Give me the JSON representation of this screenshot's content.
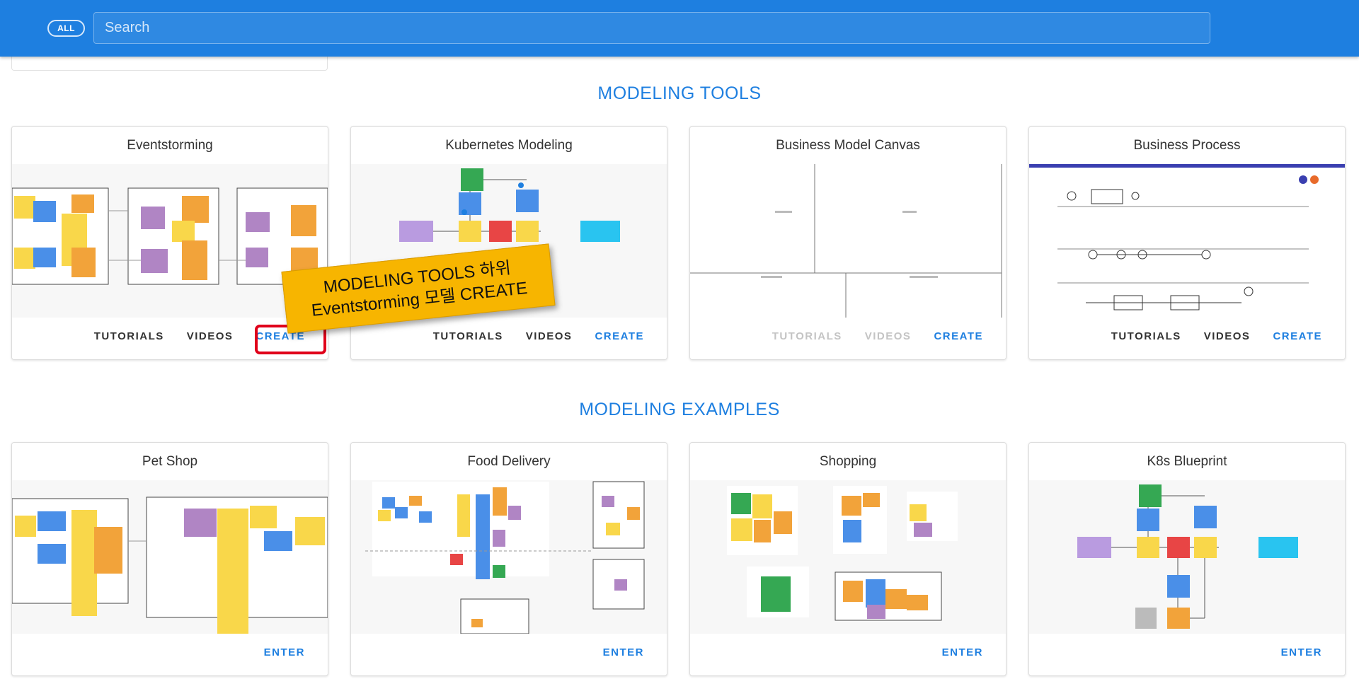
{
  "topbar": {
    "filter_chip": "ALL",
    "search_placeholder": "Search"
  },
  "sections": {
    "tools_title": "MODELING TOOLS",
    "examples_title": "MODELING EXAMPLES"
  },
  "tools": [
    {
      "title": "Eventstorming",
      "tutorials": "TUTORIALS",
      "videos": "VIDEOS",
      "create": "CREATE"
    },
    {
      "title": "Kubernetes Modeling",
      "tutorials": "TUTORIALS",
      "videos": "VIDEOS",
      "create": "CREATE"
    },
    {
      "title": "Business Model Canvas",
      "tutorials": "TUTORIALS",
      "videos": "VIDEOS",
      "create": "CREATE"
    },
    {
      "title": "Business Process",
      "tutorials": "TUTORIALS",
      "videos": "VIDEOS",
      "create": "CREATE"
    }
  ],
  "examples": [
    {
      "title": "Pet Shop",
      "enter": "ENTER"
    },
    {
      "title": "Food Delivery",
      "enter": "ENTER"
    },
    {
      "title": "Shopping",
      "enter": "ENTER"
    },
    {
      "title": "K8s Blueprint",
      "enter": "ENTER"
    }
  ],
  "annotation": {
    "line1": "MODELING TOOLS 하위",
    "line2": "Eventstorming 모델 CREATE"
  },
  "colors": {
    "primary": "#1e7fe0",
    "highlight": "#e0001a",
    "callout": "#f7b500",
    "disabled": "#c4c4c4"
  }
}
